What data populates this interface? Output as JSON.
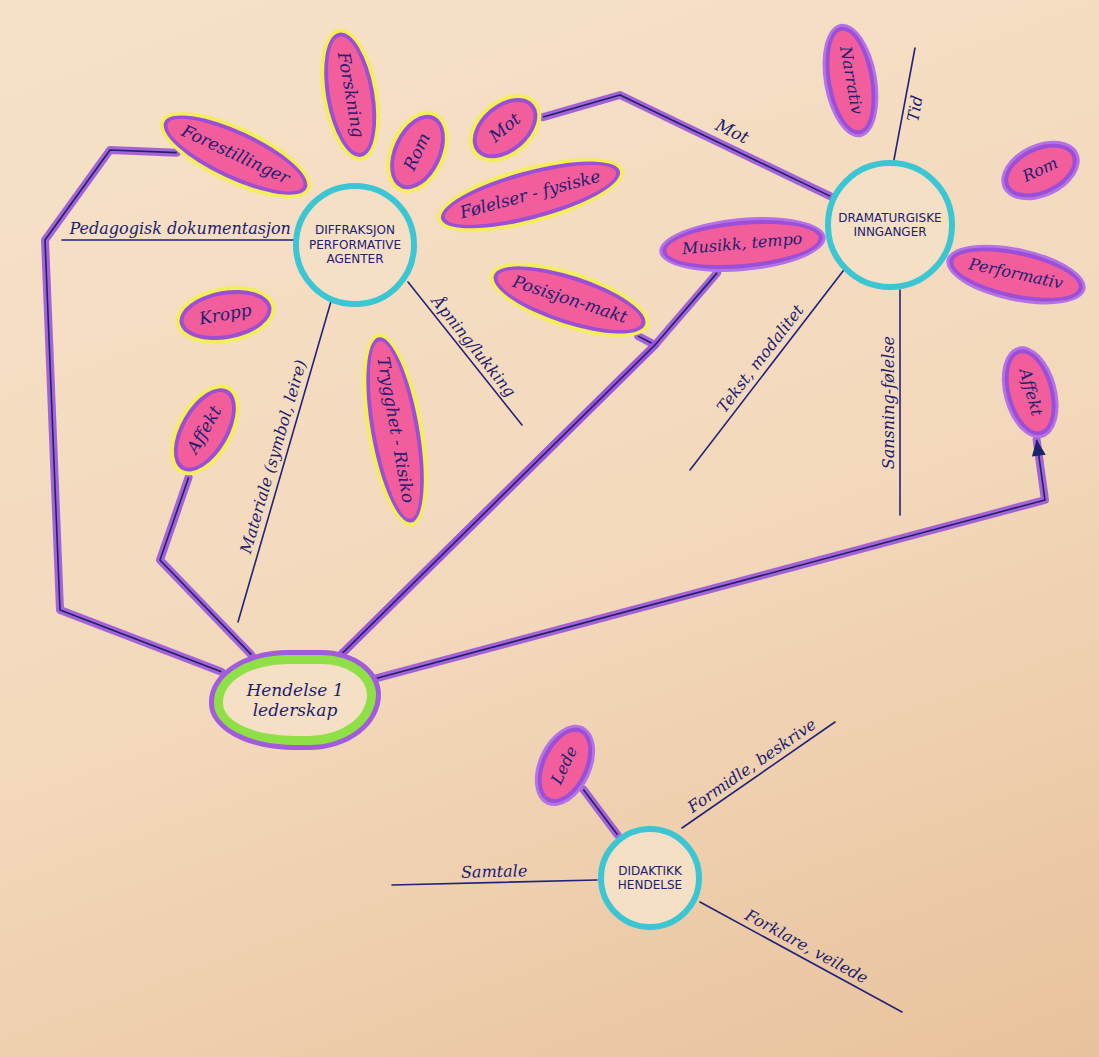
{
  "diagram": {
    "nodes": [
      {
        "text": [
          "DIFFRAKSJON PERFORMATIVE AGENTER"
        ]
      },
      {
        "text": [
          "Forestillinger"
        ]
      },
      {
        "text": [
          "Forskning"
        ]
      },
      {
        "text": [
          "Rom"
        ]
      },
      {
        "text": [
          "Mot"
        ]
      },
      {
        "text": [
          "Følelser - fysiske"
        ]
      },
      {
        "text": [
          "Posisjon-makt"
        ]
      },
      {
        "text": [
          "Trygghet - Risiko"
        ]
      },
      {
        "text": [
          "Affekt"
        ]
      },
      {
        "text": [
          "Kropp"
        ]
      },
      {
        "text": [
          "DRAMATURGISKE INNGANGER"
        ]
      },
      {
        "text": [
          "Narrativ"
        ]
      },
      {
        "text": [
          "Rom"
        ]
      },
      {
        "text": [
          "Performativ"
        ]
      },
      {
        "text": [
          "Affekt"
        ]
      },
      {
        "text": [
          "Musikk, tempo"
        ]
      },
      {
        "text": [
          "Hendelse 1 lederskap"
        ]
      },
      {
        "text": [
          "DIDAKTIKK HENDELSE"
        ]
      },
      {
        "text": [
          "Lede"
        ]
      }
    ],
    "edges": [
      {
        "from": 4,
        "to": 10,
        "arrow": "none",
        "label": "Mot"
      },
      {
        "from": 16,
        "to": 1,
        "arrow": "none"
      },
      {
        "from": 16,
        "to": 8,
        "arrow": "none"
      },
      {
        "from": 16,
        "to": 6,
        "arrow": "none"
      },
      {
        "from": 16,
        "to": 15,
        "arrow": "none"
      },
      {
        "from": 16,
        "to": 14,
        "arrow": "to"
      },
      {
        "from": 17,
        "to": 18,
        "arrow": "none"
      }
    ],
    "labels": [
      "Pedagogisk dokumentasjon",
      "Åpning/lukking",
      "Materiale (symbol, leire)",
      "Tid",
      "Tekst, modalitet",
      "Sansning-følelse",
      "Formidle, beskrive",
      "Samtale",
      "Forklare, veilede"
    ]
  }
}
